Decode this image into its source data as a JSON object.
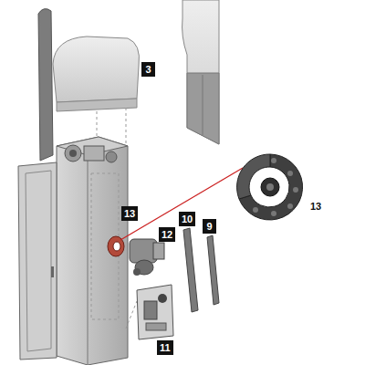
{
  "diagram": {
    "labels": [
      "3",
      "13",
      "10",
      "9",
      "13",
      "12",
      "11"
    ]
  }
}
